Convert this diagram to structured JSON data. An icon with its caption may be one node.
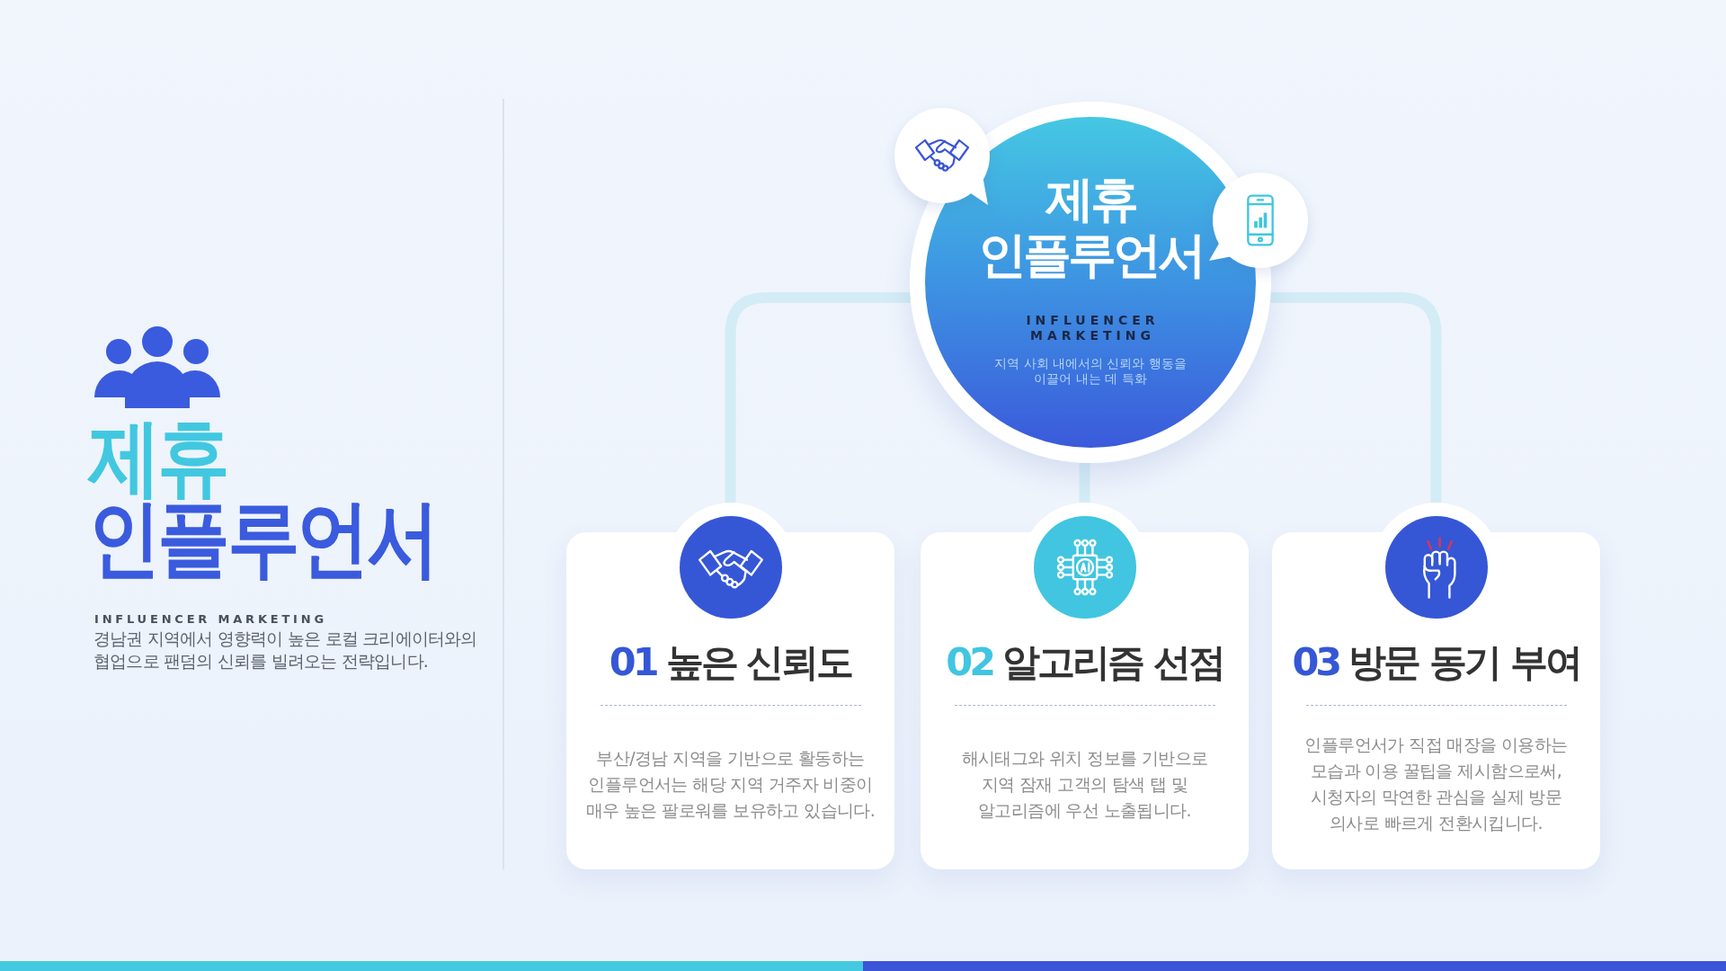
{
  "diagram": {
    "nodes": [
      {
        "text": [
          "제휴 인플루언서",
          "INFLUENCER MARKETING",
          "지역 사회 내에서의 신뢰와 행동을 이끌어 내는 데 특화"
        ]
      },
      {
        "text": [
          "01",
          "높은 신뢰도",
          "부산/경남 지역을 기반으로 활동하는 인플루언서는 해당 지역 거주자 비중이 매우 높은 팔로워를 보유하고 있습니다."
        ]
      },
      {
        "text": [
          "02",
          "알고리즘 선점",
          "해시태그와 위치 정보를 기반으로 지역 잠재 고객의 탐색 탭 및 알고리즘에 우선 노출됩니다."
        ]
      },
      {
        "text": [
          "03",
          "방문 동기 부여",
          "인플루언서가 직접 매장을 이용하는 모습과 이용 꿀팁을 제시함으로써, 시청자의 막연한 관심을 실제 방문 의사로 빠르게 전환시킵니다."
        ]
      }
    ],
    "edges": [
      {
        "from": 0,
        "to": 1,
        "arrow": "none"
      },
      {
        "from": 0,
        "to": 2,
        "arrow": "none"
      },
      {
        "from": 0,
        "to": 3,
        "arrow": "none"
      }
    ],
    "labels": [
      "제휴",
      "인플루언서",
      "INFLUENCER MARKETING",
      "경남권 지역에서 영향력이 높은 로컬 크리에이터와의 협업으로 팬덤의 신뢰를 빌려오는 전략입니다."
    ]
  }
}
